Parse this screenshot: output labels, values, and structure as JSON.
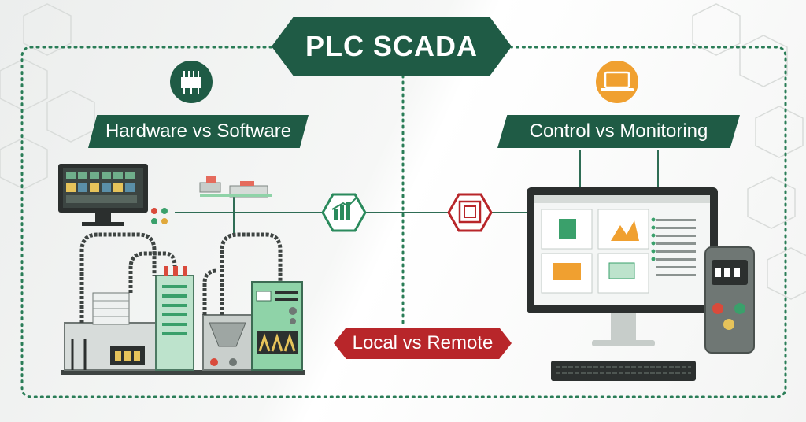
{
  "title": "PLC SCADA",
  "labels": {
    "hardware_software": "Hardware vs Software",
    "control_monitoring": "Control  vs  Monitoring",
    "local_remote": "Local vs Remote"
  },
  "icons": {
    "hardware_badge": "circuit-chip-icon",
    "control_badge": "laptop-icon",
    "center_left": "bar-chart-icon",
    "center_right": "control-panel-icon"
  },
  "colors": {
    "dark_green": "#1f5b45",
    "red": "#b8262a",
    "orange": "#f0a030",
    "light_green": "#8fd3a8",
    "dot_line": "#2a7d57"
  }
}
